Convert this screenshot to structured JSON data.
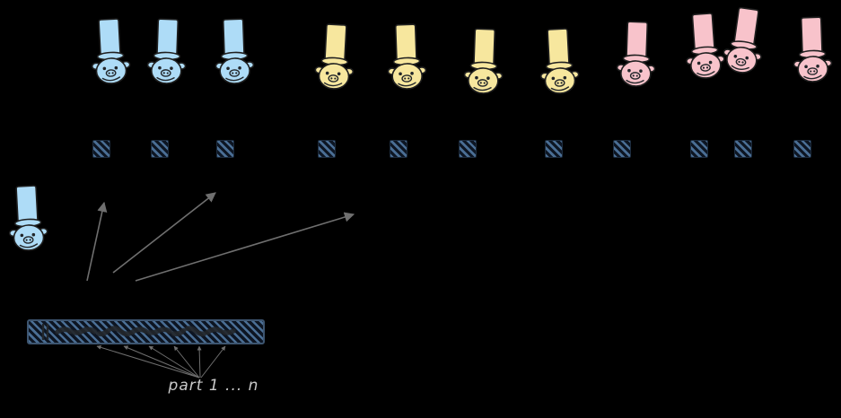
{
  "diagram": {
    "background": "#000000",
    "labels": {
      "parts": "part 1 ... n"
    },
    "colors": {
      "blue": "#aedcf7",
      "yellow": "#f7e79e",
      "pink": "#f8c3cb",
      "outline": "#1f1f1f",
      "face": "#22262a",
      "hatch_light": "#4a6e94",
      "hatch_dark": "#0d1522",
      "arrow": "#6f6f6f",
      "label_text": "#c9c9c9"
    },
    "actors": {
      "top_row": [
        {
          "group": "blue"
        },
        {
          "group": "blue"
        },
        {
          "group": "blue"
        },
        {
          "group": "yellow"
        },
        {
          "group": "yellow"
        },
        {
          "group": "yellow"
        },
        {
          "group": "yellow"
        },
        {
          "group": "pink"
        },
        {
          "group": "pink"
        },
        {
          "group": "pink"
        },
        {
          "group": "pink"
        }
      ],
      "left": {
        "group": "blue"
      }
    },
    "slots": {
      "count": 11
    }
  }
}
